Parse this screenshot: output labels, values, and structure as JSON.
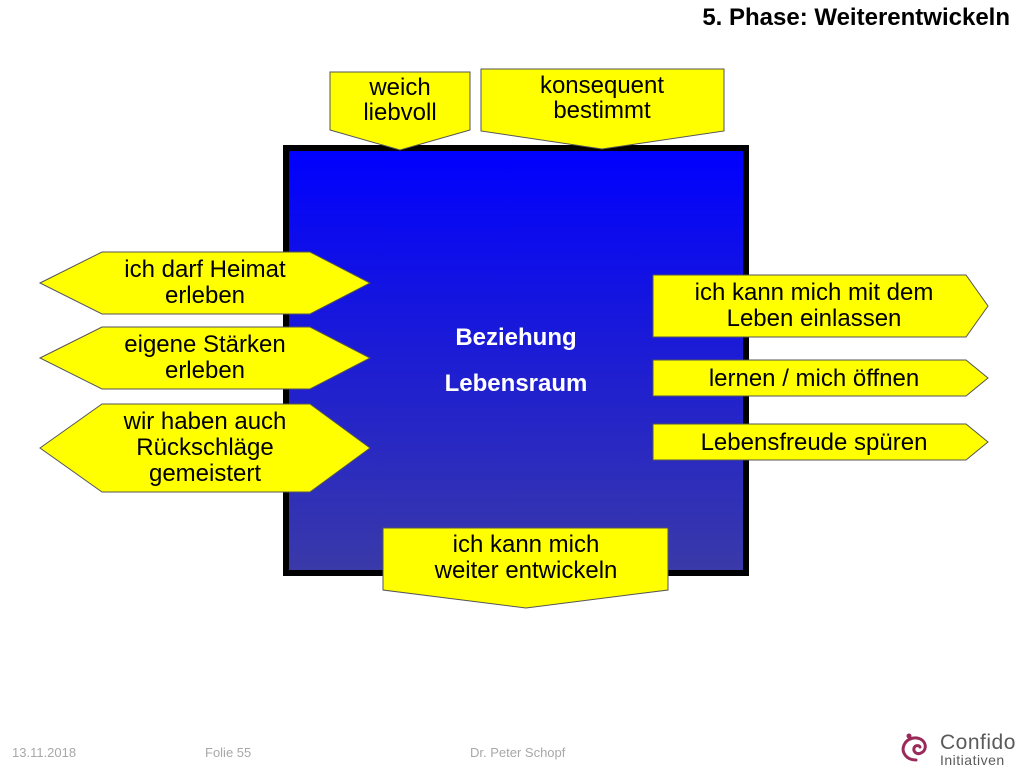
{
  "title": "5. Phase: Weiterentwickeln",
  "center": {
    "line1": "Beziehung",
    "line2": "Lebensraum"
  },
  "top_boxes": [
    {
      "lines": [
        "weich",
        "liebvoll"
      ]
    },
    {
      "lines": [
        "konsequent",
        "bestimmt"
      ]
    }
  ],
  "left_boxes": [
    {
      "lines": [
        "ich darf Heimat",
        "erleben"
      ]
    },
    {
      "lines": [
        "eigene Stärken",
        "erleben"
      ]
    },
    {
      "lines": [
        "wir haben auch",
        "Rückschläge",
        "gemeistert"
      ]
    }
  ],
  "right_boxes": [
    {
      "lines": [
        "ich kann mich mit dem",
        "Leben einlassen"
      ]
    },
    {
      "lines": [
        "lernen / mich öffnen"
      ]
    },
    {
      "lines": [
        "Lebensfreude spüren"
      ]
    }
  ],
  "bottom_box": {
    "lines": [
      "ich kann mich",
      "weiter entwickeln"
    ]
  },
  "footer": {
    "date": "13.11.2018",
    "slide": "Folie 55",
    "author": "Dr. Peter Schopf"
  },
  "logo": {
    "name": "Confido",
    "sub": "Initiativen"
  },
  "colors": {
    "box_fill": "#ffff00",
    "center_top": "#0000ff",
    "center_bottom": "#3a3aa8"
  }
}
